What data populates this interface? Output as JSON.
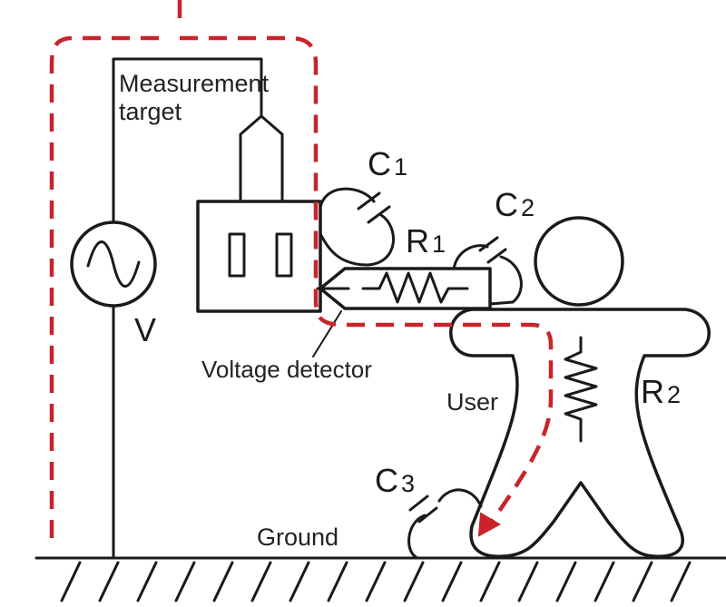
{
  "labels": {
    "measurement_target_line1": "Measurement",
    "measurement_target_line2": "target",
    "c1": "C",
    "c1_sub": "1",
    "c2": "C",
    "c2_sub": "2",
    "c3": "C",
    "c3_sub": "3",
    "r1": "R",
    "r1_sub": "1",
    "r2": "R",
    "r2_sub": "2",
    "voltage_source": "V",
    "voltage_detector": "Voltage detector",
    "user": "User",
    "ground": "Ground"
  },
  "colors": {
    "line": "#1a1a1a",
    "current_path": "#c8242a",
    "background": "#ffffff"
  }
}
